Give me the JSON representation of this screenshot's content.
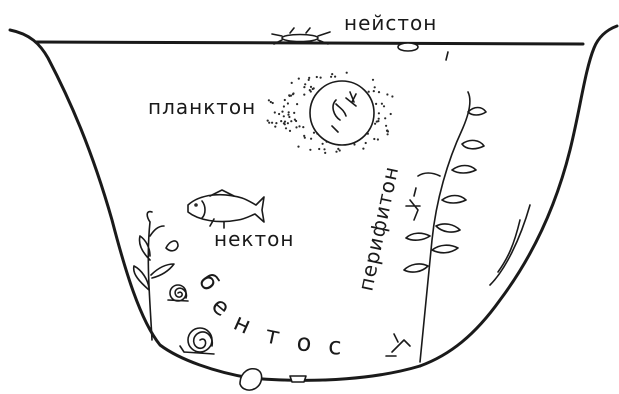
{
  "labels": {
    "neuston": "нейстон",
    "plankton": "планктон",
    "nekton": "нектон",
    "periphyton": "перифитон",
    "benthos": [
      "б",
      "е",
      "н",
      "т",
      "о",
      "с"
    ]
  },
  "colors": {
    "ink": "#1a1a1a",
    "paper": "#ffffff"
  },
  "icons": [
    "water-strider-icon",
    "fish-icon",
    "snail-icon",
    "plant-icon",
    "plankton-organism-icon",
    "larva-icon",
    "pebble-icon"
  ]
}
